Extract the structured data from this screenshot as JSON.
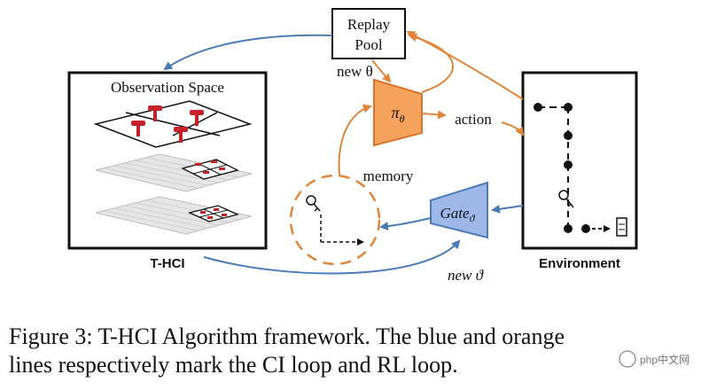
{
  "diagram": {
    "replay_pool_line1": "Replay",
    "replay_pool_line2": "Pool",
    "observation_space": "Observation Space",
    "policy": "π",
    "policy_sub": "θ",
    "gate": "Gate",
    "gate_sub": "ϑ",
    "new_theta": "new θ",
    "new_vartheta": "new ϑ",
    "action": "action",
    "memory": "memory",
    "thci_label": "T-HCI",
    "env_label": "Environment"
  },
  "caption": {
    "line1": "Figure 3: T-HCI Algorithm framework. The blue and orange",
    "line2": "lines respectively mark the CI loop and RL loop."
  },
  "watermark": "php中文网",
  "colors": {
    "blue_loop": "#4a7bb7",
    "orange_loop": "#e0853a",
    "policy_fill": "#f5a35c",
    "gate_fill": "#9db8e8"
  }
}
